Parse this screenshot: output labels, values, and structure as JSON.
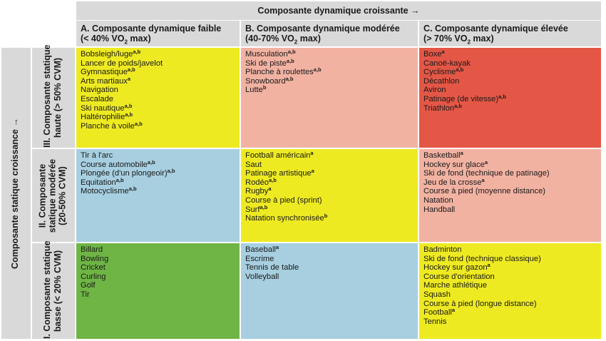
{
  "top_axis_label": "Composante dynamique croissante →",
  "side_axis_label": "Composante statique croissance →",
  "columns": [
    {
      "line1": "A. Composante dynamique faible",
      "line2": "(< 40% VO",
      "sub": "2",
      "tail": " max)"
    },
    {
      "line1": "B. Composante dynamique modérée",
      "line2": "(40-70% VO",
      "sub": "2",
      "tail": " max)"
    },
    {
      "line1": "C. Composante dynamique élevée",
      "line2": "(> 70% VO",
      "sub": "2",
      "tail": " max)"
    }
  ],
  "rows": [
    {
      "label": [
        "III. Composante statique",
        "haute (> 50% CVM)"
      ]
    },
    {
      "label": [
        "II. Composante",
        "statique modérée",
        "(20-50% CVM)"
      ]
    },
    {
      "label": [
        "I. Composante statique",
        "basse (< 20% CVM)"
      ]
    }
  ],
  "colors": {
    "yellow": "#eeea22",
    "pink": "#f2b2a2",
    "red": "#e45746",
    "blue": "#a7cfe0",
    "green": "#6fb545",
    "header_grey": "#d9d9d9"
  },
  "cells": {
    "high_low": [
      {
        "name": "Bobsleigh/luge",
        "sup": "a,b"
      },
      {
        "name": "Lancer de poids/javelot",
        "sup": ""
      },
      {
        "name": "Gymnastique",
        "sup": "a,b"
      },
      {
        "name": "Arts martiaux",
        "sup": "a"
      },
      {
        "name": "Navigation",
        "sup": ""
      },
      {
        "name": "Escalade",
        "sup": ""
      },
      {
        "name": "Ski nautique",
        "sup": "a,b"
      },
      {
        "name": "Haltérophilie",
        "sup": "a,b"
      },
      {
        "name": "Planche à voile",
        "sup": "a,b"
      }
    ],
    "high_mod": [
      {
        "name": "Musculation",
        "sup": "a,b"
      },
      {
        "name": "Ski de piste",
        "sup": "a,b"
      },
      {
        "name": "Planche à roulettes",
        "sup": "a,b"
      },
      {
        "name": "Snowboard",
        "sup": "a,b"
      },
      {
        "name": "Lutte",
        "sup": "b"
      }
    ],
    "high_high": [
      {
        "name": "Boxe",
        "sup": "a"
      },
      {
        "name": "Canoë-kayak",
        "sup": ""
      },
      {
        "name": "Cyclisme",
        "sup": "a,b"
      },
      {
        "name": "Décathlon",
        "sup": ""
      },
      {
        "name": "Aviron",
        "sup": ""
      },
      {
        "name": "Patinage (de vitesse)",
        "sup": "a,b"
      },
      {
        "name": "Triathlon",
        "sup": "a,b"
      }
    ],
    "mod_low": [
      {
        "name": "Tir à l'arc",
        "sup": ""
      },
      {
        "name": "Course automobile",
        "sup": "a,b"
      },
      {
        "name": "Plongée (d'un plongeoir)",
        "sup": "a,b"
      },
      {
        "name": "Equitation",
        "sup": "a,b"
      },
      {
        "name": "Motocyclisme",
        "sup": "a,b"
      }
    ],
    "mod_mod": [
      {
        "name": "Football américain",
        "sup": "a"
      },
      {
        "name": "Saut",
        "sup": ""
      },
      {
        "name": "Patinage artistique",
        "sup": "a"
      },
      {
        "name": "Rodéo",
        "sup": "a,b"
      },
      {
        "name": "Rugby",
        "sup": "a"
      },
      {
        "name": "Course à pied (sprint)",
        "sup": ""
      },
      {
        "name": "Surf",
        "sup": "a,b"
      },
      {
        "name": "Natation synchronisée",
        "sup": "b"
      }
    ],
    "mod_high": [
      {
        "name": "Basketball",
        "sup": "a"
      },
      {
        "name": "Hockey sur glace",
        "sup": "a"
      },
      {
        "name": "Ski de fond (technique de patinage)",
        "sup": ""
      },
      {
        "name": "Jeu de la crosse",
        "sup": "a"
      },
      {
        "name": "Course à pied (moyenne distance)",
        "sup": ""
      },
      {
        "name": "Natation",
        "sup": ""
      },
      {
        "name": "Handball",
        "sup": ""
      }
    ],
    "low_low": [
      {
        "name": "Billard",
        "sup": ""
      },
      {
        "name": "Bowling",
        "sup": ""
      },
      {
        "name": "Cricket",
        "sup": ""
      },
      {
        "name": "Curling",
        "sup": ""
      },
      {
        "name": "Golf",
        "sup": ""
      },
      {
        "name": "Tir",
        "sup": ""
      }
    ],
    "low_mod": [
      {
        "name": "Baseball",
        "sup": "a"
      },
      {
        "name": "Escrime",
        "sup": ""
      },
      {
        "name": "Tennis de table",
        "sup": ""
      },
      {
        "name": "Volleyball",
        "sup": ""
      }
    ],
    "low_high": [
      {
        "name": "Badminton",
        "sup": ""
      },
      {
        "name": "Ski de fond (technique classique)",
        "sup": ""
      },
      {
        "name": "Hockey sur gazon",
        "sup": "a"
      },
      {
        "name": "Course d'orientation",
        "sup": ""
      },
      {
        "name": "Marche athlétique",
        "sup": ""
      },
      {
        "name": "Squash",
        "sup": ""
      },
      {
        "name": "Course à pied (longue distance)",
        "sup": ""
      },
      {
        "name": "Football",
        "sup": "a"
      },
      {
        "name": "Tennis",
        "sup": ""
      }
    ]
  }
}
